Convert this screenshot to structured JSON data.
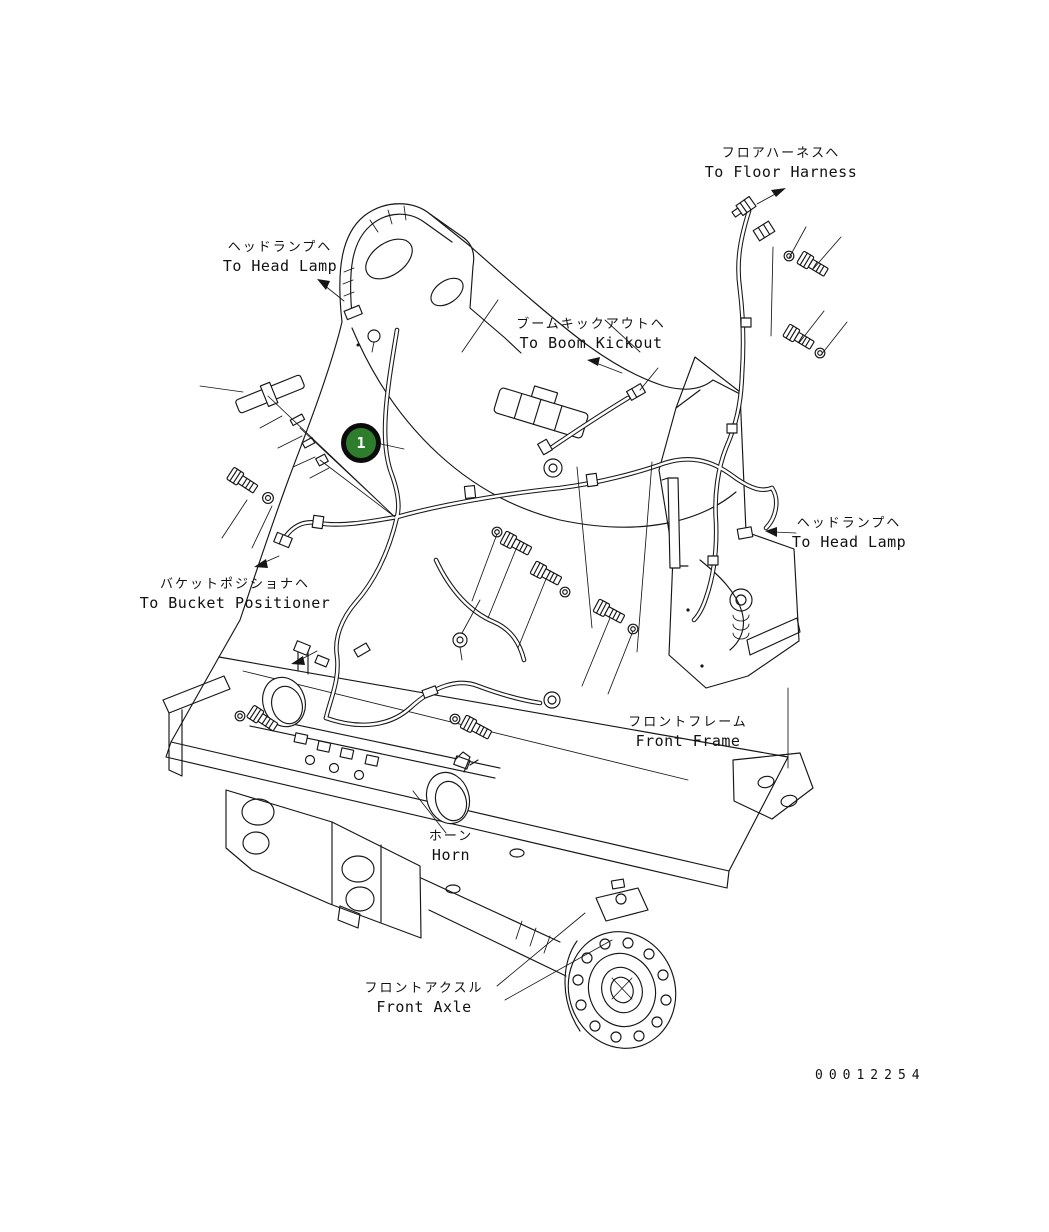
{
  "diagram": {
    "title_context": "wiring harness parts diagram",
    "balloon": {
      "number": "1",
      "color": "#2d7d2d"
    },
    "part_number": "00012254",
    "labels": {
      "floor_harness": {
        "jp": "フロアハーネスヘ",
        "en": "To Floor Harness"
      },
      "head_lamp_left": {
        "jp": "ヘッドランプヘ",
        "en": "To Head Lamp"
      },
      "boom_kickout": {
        "jp": "ブームキックアウトヘ",
        "en": "To Boom Kickout"
      },
      "head_lamp_right": {
        "jp": "ヘッドランプヘ",
        "en": "To Head Lamp"
      },
      "bucket_positioner": {
        "jp": "バケットポジショナヘ",
        "en": "To Bucket Positioner"
      },
      "front_frame": {
        "jp": "フロントフレーム",
        "en": "Front Frame"
      },
      "horn": {
        "jp": "ホーン",
        "en": "Horn"
      },
      "front_axle": {
        "jp": "フロントアクスル",
        "en": "Front Axle"
      }
    }
  }
}
